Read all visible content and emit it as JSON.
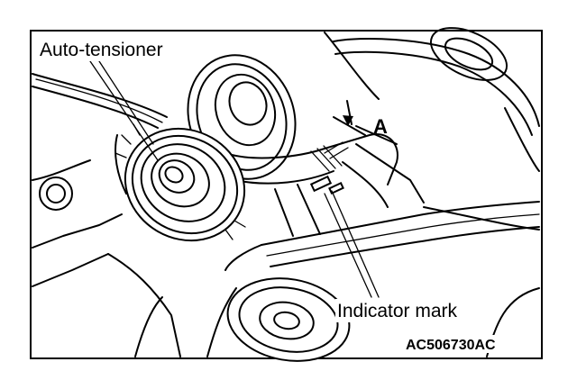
{
  "labels": {
    "auto_tensioner": "Auto-tensioner",
    "indicator_mark": "Indicator mark",
    "view_letter": "A",
    "figure_code": "AC506730AC"
  },
  "colors": {
    "line": "#000000",
    "background": "#ffffff"
  }
}
